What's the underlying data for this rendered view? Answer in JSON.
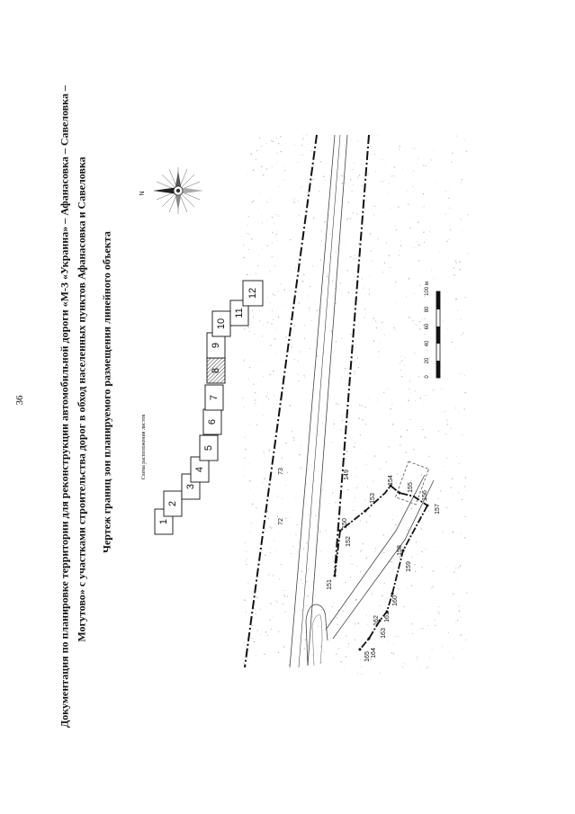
{
  "page_number": "36",
  "title": {
    "line1": "Документация по планировке территории для реконструкции автомобильной дороги «М-3 «Украина» – Афанасовка – Савеловка –",
    "line2": "Могутово» с участками строительства дорог в обход населенных пунктов Афанасовка и Савеловка"
  },
  "drawing_title": "Чертеж границ зон планируемого размещения линейного объекта",
  "compass_label": "N",
  "sheet_scheme": {
    "title": "Схема расположения листов",
    "sheets": [
      "1",
      "2",
      "3",
      "4",
      "5",
      "6",
      "7",
      "8",
      "9",
      "10",
      "11",
      "12"
    ],
    "current_sheet": "8"
  },
  "scale_bar": {
    "labels": [
      "0",
      "20",
      "40",
      "60",
      "80",
      "100 м"
    ]
  },
  "map_labels": {
    "line_72": "72",
    "line_73": "73",
    "line_149": "149",
    "points": [
      "150",
      "151",
      "152",
      "153",
      "154",
      "155",
      "156",
      "157",
      "158",
      "159",
      "160",
      "161",
      "162",
      "163",
      "164",
      "165"
    ]
  },
  "colors": {
    "line_color": "#111111",
    "hatch_color": "#555555",
    "speckle_color": "#bdbdbd"
  }
}
